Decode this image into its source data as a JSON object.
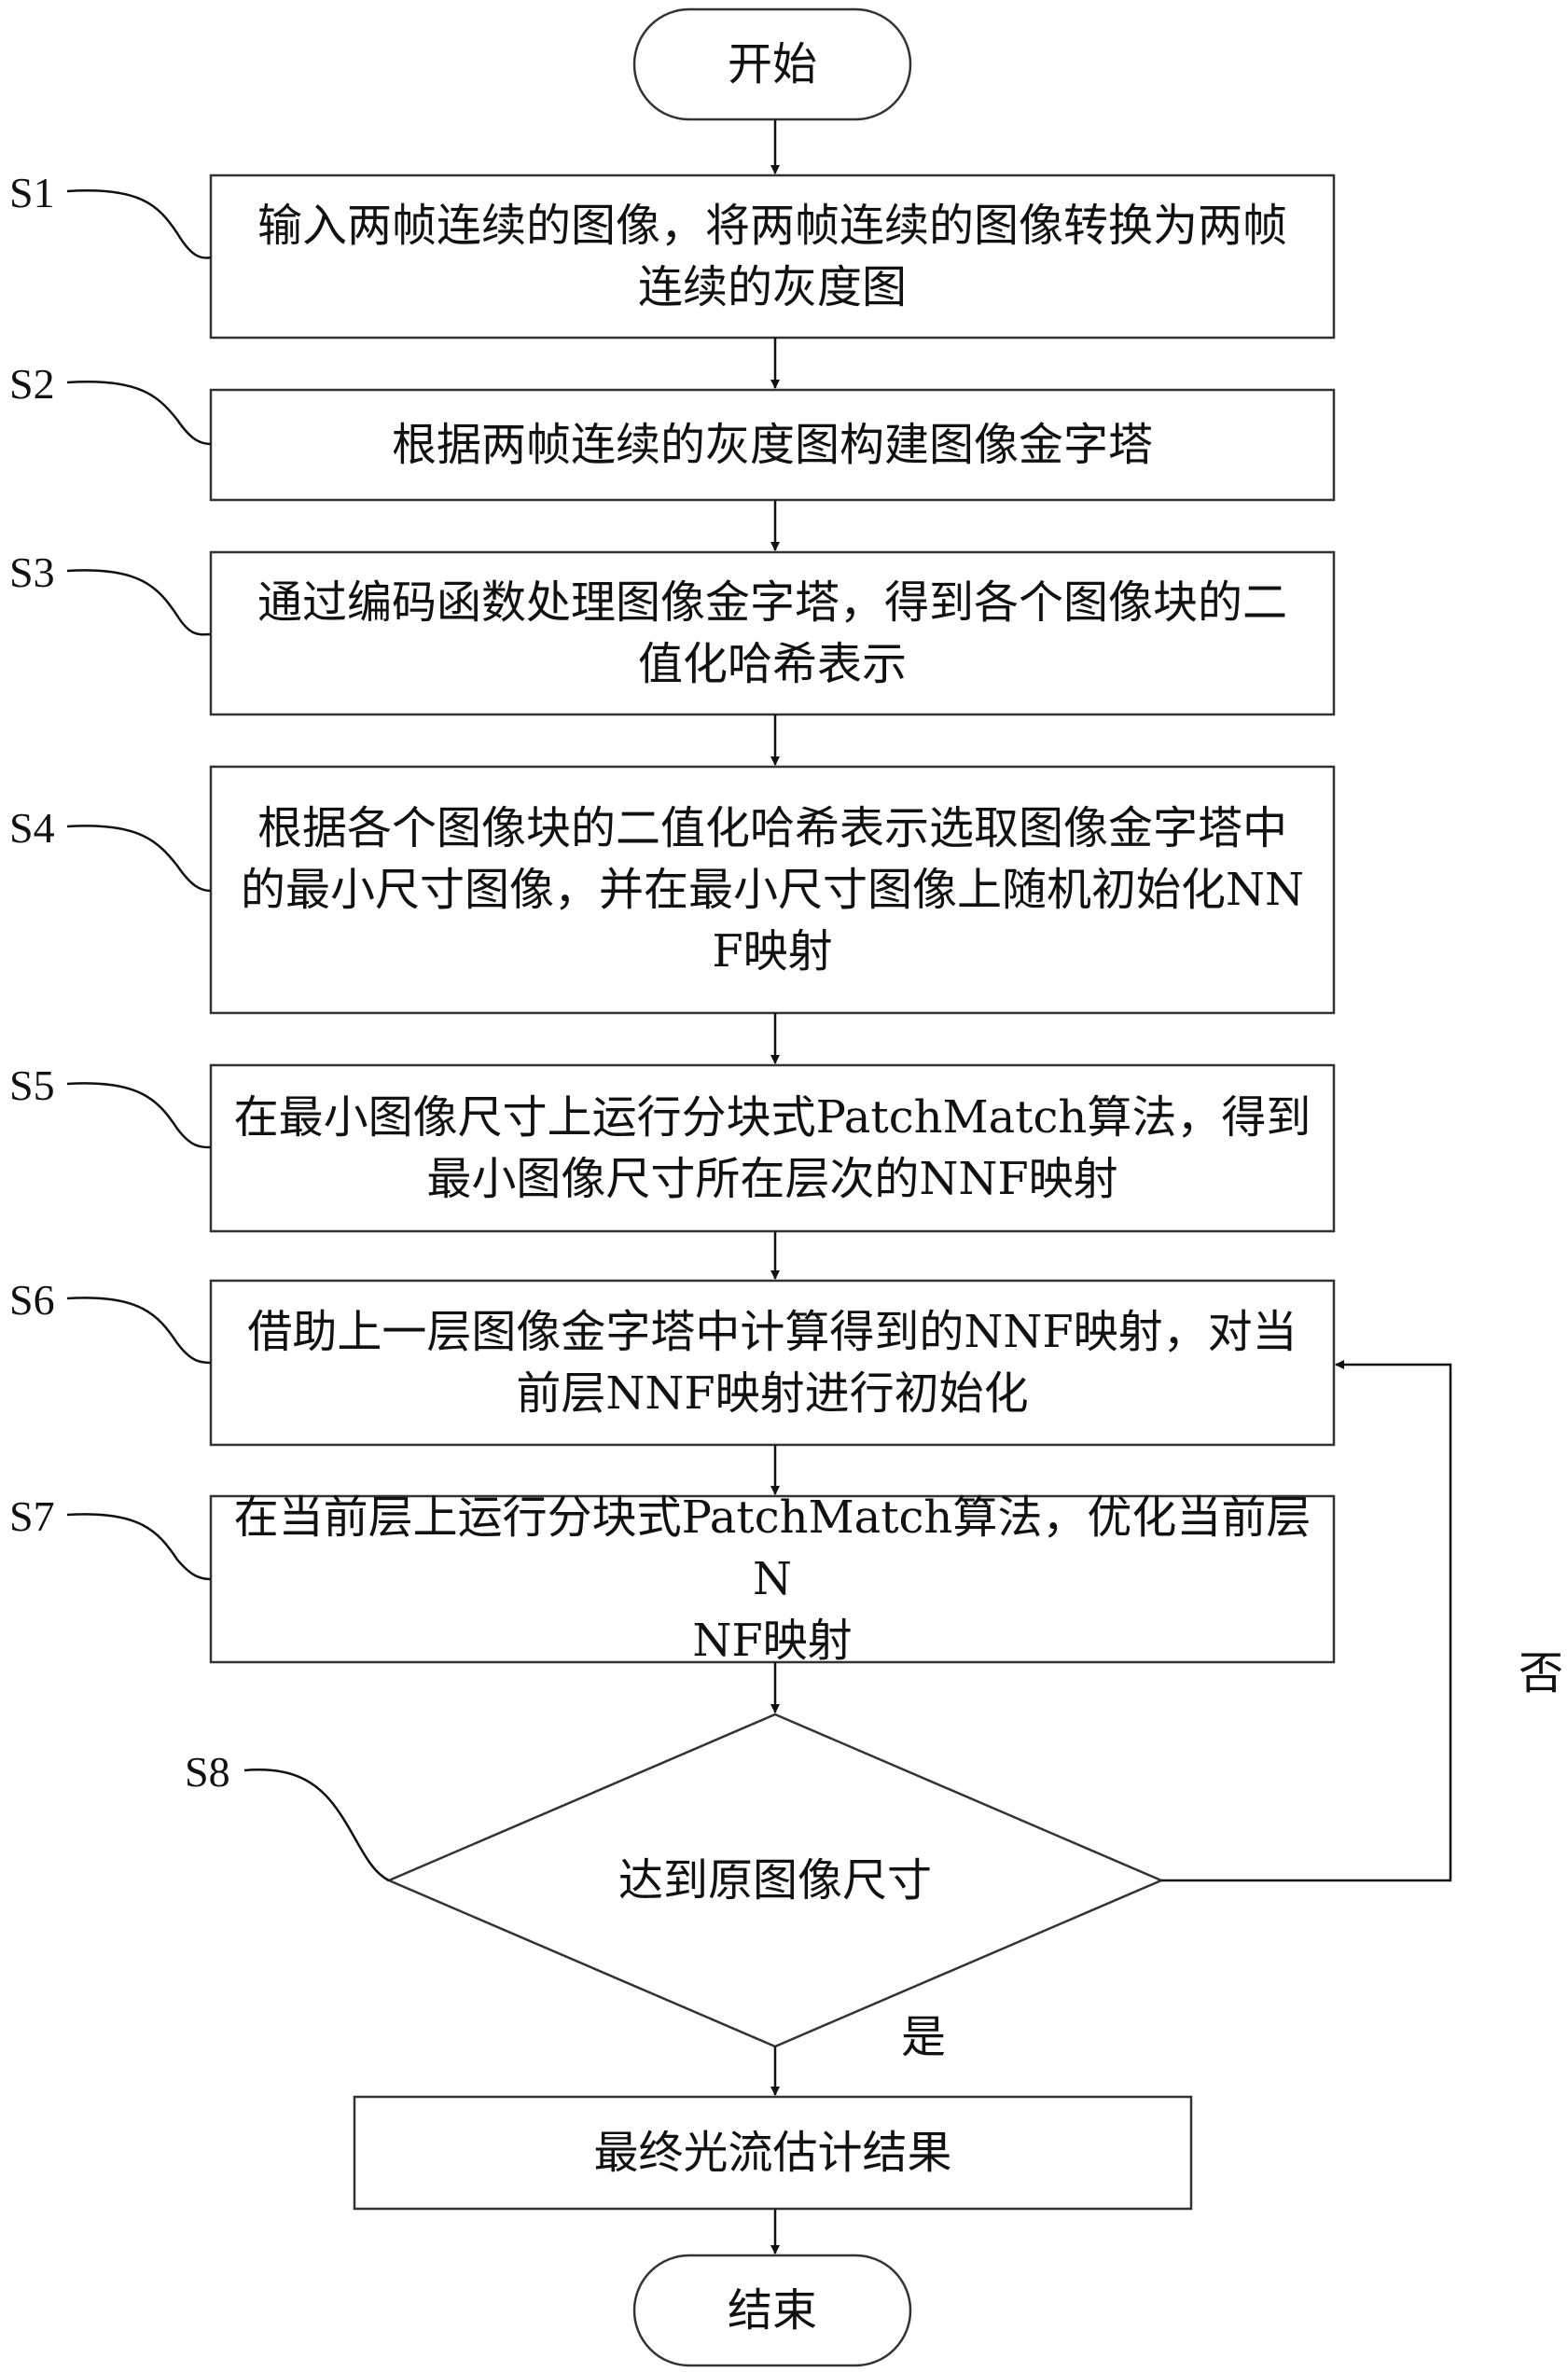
{
  "flowchart": {
    "start": "开始",
    "end": "结束",
    "steps": [
      {
        "label": "S1",
        "text": "输入两帧连续的图像，将两帧连续的图像转换为两帧\n连续的灰度图"
      },
      {
        "label": "S2",
        "text": "根据两帧连续的灰度图构建图像金字塔"
      },
      {
        "label": "S3",
        "text": "通过编码函数处理图像金字塔，得到各个图像块的二\n值化哈希表示"
      },
      {
        "label": "S4",
        "text": "根据各个图像块的二值化哈希表示选取图像金字塔中\n的最小尺寸图像，并在最小尺寸图像上随机初始化NN\nF映射"
      },
      {
        "label": "S5",
        "text": "在最小图像尺寸上运行分块式PatchMatch算法，得到\n最小图像尺寸所在层次的NNF映射"
      },
      {
        "label": "S6",
        "text": "借助上一层图像金字塔中计算得到的NNF映射，对当\n前层NNF映射进行初始化"
      },
      {
        "label": "S7",
        "text": "在当前层上运行分块式PatchMatch算法，优化当前层N\nNF映射"
      }
    ],
    "decision": {
      "label": "S8",
      "text": "达到原图像尺寸"
    },
    "branch_no": "否",
    "branch_yes": "是",
    "result": "最终光流估计结果"
  }
}
